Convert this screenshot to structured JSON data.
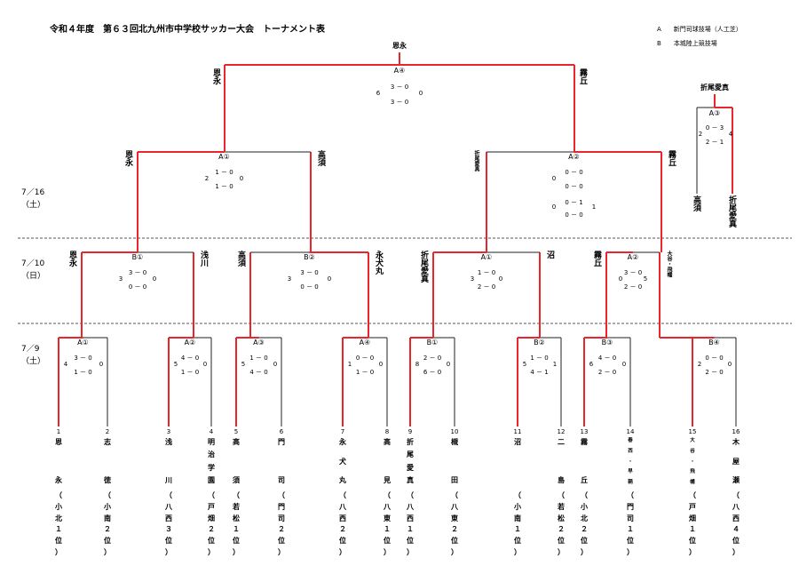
{
  "title": "令和４年度　第６３回北九州市中学校サッカー大会　トーナメント表",
  "legend": [
    {
      "key": "A",
      "text": "新門司球技場（人工芝）"
    },
    {
      "key": "B",
      "text": "本城陸上競技場"
    }
  ],
  "dates": [
    {
      "date": "7／16",
      "day": "（土）"
    },
    {
      "date": "7／10",
      "day": "（日）"
    },
    {
      "date": "7／9",
      "day": "（土）"
    }
  ],
  "teams": [
    {
      "num": "1",
      "name": "恩　永",
      "affil": "（小北１位）"
    },
    {
      "num": "2",
      "name": "志　徳",
      "affil": "（小南２位）"
    },
    {
      "num": "3",
      "name": "浅　川",
      "affil": "（八西３位）"
    },
    {
      "num": "4",
      "name": "明治学園",
      "affil": "（戸畑２位）"
    },
    {
      "num": "5",
      "name": "高　須",
      "affil": "（若松１位）"
    },
    {
      "num": "6",
      "name": "門　司",
      "affil": "（門司２位）"
    },
    {
      "num": "7",
      "name": "永犬丸",
      "affil": "（八西２位）"
    },
    {
      "num": "8",
      "name": "高　見",
      "affil": "（八東１位）"
    },
    {
      "num": "9",
      "name": "折尾愛真",
      "affil": "（八西１位）"
    },
    {
      "num": "10",
      "name": "槻　田",
      "affil": "（八東２位）"
    },
    {
      "num": "11",
      "name": "沼",
      "affil": "（小南１位）"
    },
    {
      "num": "12",
      "name": "二　島",
      "affil": "（若松２位）"
    },
    {
      "num": "13",
      "name": "霧　丘",
      "affil": "（小北２位）"
    },
    {
      "num": "14",
      "name": "春西・早鞆",
      "affil": "（門司１位）"
    },
    {
      "num": "15",
      "name": "大谷・飛幡",
      "affil": "（戸畑１位）"
    },
    {
      "num": "16",
      "name": "木屋瀬",
      "affil": "（八西４位）"
    }
  ],
  "round1": [
    {
      "venue": "A①",
      "s1": "3 － 0",
      "s2": "1 － 0",
      "left": "4",
      "right": "0"
    },
    {
      "venue": "A②",
      "s1": "4 － 0",
      "s2": "1 － 0",
      "left": "5",
      "right": "0"
    },
    {
      "venue": "A③",
      "s1": "1 － 0",
      "s2": "4 － 0",
      "left": "5",
      "right": "0"
    },
    {
      "venue": "A④",
      "s1": "0 － 0",
      "s2": "1 － 0",
      "left": "1",
      "right": "0"
    },
    {
      "venue": "B①",
      "s1": "2 － 0",
      "s2": "6 － 0",
      "left": "8",
      "right": "0"
    },
    {
      "venue": "B②",
      "s1": "1 － 0",
      "s2": "4 － 1",
      "left": "5",
      "right": "1"
    },
    {
      "venue": "B③",
      "s1": "4 － 0",
      "s2": "2 － 0",
      "left": "6",
      "right": "0"
    },
    {
      "venue": "B④",
      "s1": "0 － 0",
      "s2": "2 － 0",
      "left": "2",
      "right": "0"
    }
  ],
  "round2": [
    {
      "venue": "B①",
      "s1": "3 － 0",
      "s2": "0 － 0",
      "left": "3",
      "right": "0",
      "lname": "恩永",
      "rname": "浅川"
    },
    {
      "venue": "B②",
      "s1": "3 － 0",
      "s2": "0 － 0",
      "left": "3",
      "right": "0",
      "lname": "高須",
      "rname": "永犬丸"
    },
    {
      "venue": "A①",
      "s1": "1 － 0",
      "s2": "2 － 0",
      "left": "3",
      "right": "0",
      "lname": "折尾愛真",
      "rname": "沼"
    },
    {
      "venue": "A②",
      "s1": "3 － 0",
      "s2": "2 － 0",
      "left": "5",
      "right": "0",
      "lname": "霧丘",
      "rname": "大谷・飛幡"
    }
  ],
  "semis": [
    {
      "venue": "A①",
      "s1": "1 － 0",
      "s2": "1 － 0",
      "left": "2",
      "right": "0",
      "lname": "恩永",
      "rname": "高須"
    },
    {
      "venue": "A②",
      "s1": "0 － 0",
      "s2": "0 － 0",
      "s3": "0 － 1",
      "s4": "0 － 0",
      "left": "0",
      "left2": "0",
      "right": "1",
      "lname": "折尾愛真",
      "rname": "霧丘"
    }
  ],
  "final": {
    "venue": "A④",
    "s1": "3 － 0",
    "s2": "3 － 0",
    "left": "6",
    "right": "0",
    "lname": "恩永",
    "rname": "霧丘",
    "champion": "恩永"
  },
  "third": {
    "venue": "A③",
    "s1": "0 － 3",
    "s2": "2 － 1",
    "left": "2",
    "right": "4",
    "lname": "高須",
    "rname": "折尾愛真",
    "winner": "折尾愛真"
  }
}
